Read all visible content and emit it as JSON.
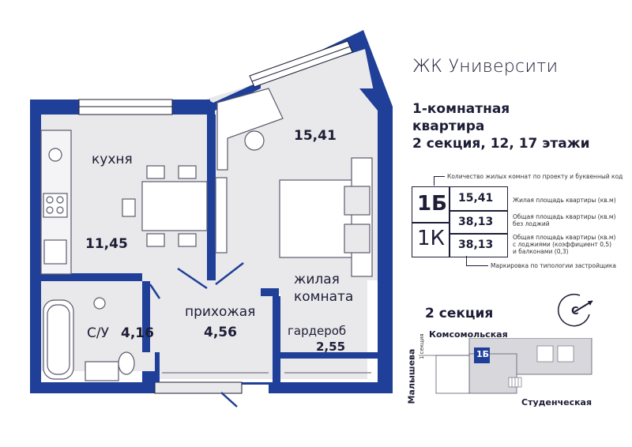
{
  "complex_name": "ЖК Университи",
  "apartment": {
    "type_line": "1-комнатная",
    "type_line2": "квартира",
    "section_floors": "2 секция, 12, 17 этажи"
  },
  "rooms": {
    "kitchen": {
      "label": "кухня",
      "area": "11,45"
    },
    "living": {
      "label_line1": "жилая",
      "label_line2": "комната",
      "area": "15,41"
    },
    "hallway": {
      "label": "прихожая",
      "area": "4,56"
    },
    "bathroom": {
      "label": "С/У",
      "area": "4,16"
    },
    "wardrobe": {
      "label": "гардероб",
      "area": "2,55"
    }
  },
  "legend": {
    "rooms_note": "Количество жилых комнат по проекту и буквенный код",
    "code_top": "1Б",
    "code_bottom": "1К",
    "values": [
      {
        "value": "15,41",
        "note": "Жилая площадь квартиры (кв.м)"
      },
      {
        "value": "38,13",
        "note_line1": "Общая площадь квартиры (кв.м)",
        "note_line2": "без лоджий"
      },
      {
        "value": "38,13",
        "note_line1": "Общая площадь квартиры (кв.м)",
        "note_line2": "с лоджиями (коэффициент 0,5)",
        "note_line3": "и балконами (0,3)"
      }
    ],
    "developer_note": "Маркировка по типологии застройщика"
  },
  "site_plan": {
    "section_title": "2 секция",
    "street_top": "Комсомольская",
    "street_left": "Малышева",
    "street_bottom": "Студенческая",
    "section_label": "1 секция",
    "unit_badge": "1Б",
    "compass_letter": "С"
  },
  "colors": {
    "wall": "#1f3f98",
    "text": "#1d1d36",
    "furniture": "#5a5a6e",
    "floor": "#e8e8ea",
    "badge": "#1f3f98"
  }
}
